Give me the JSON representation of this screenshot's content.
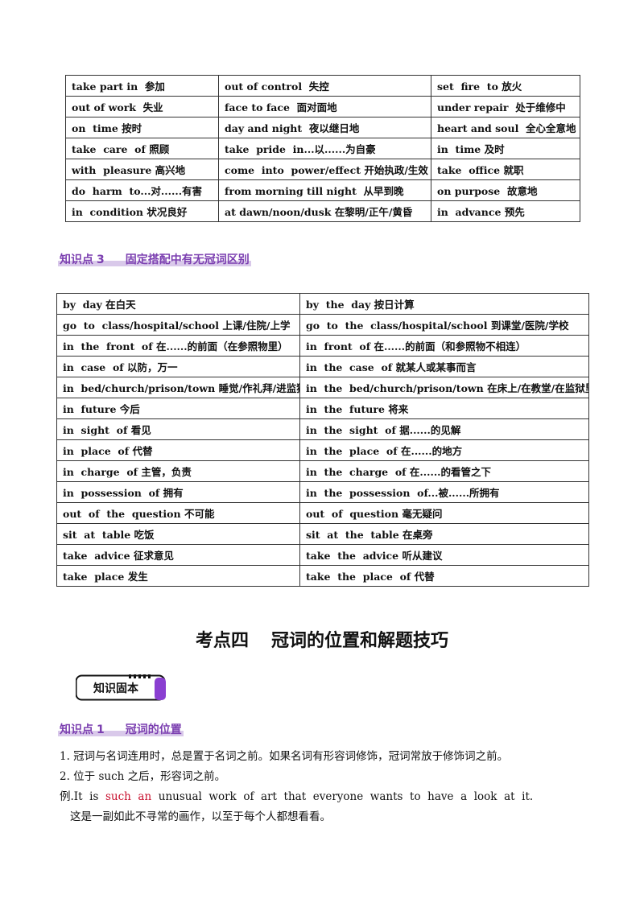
{
  "table1": {
    "rows": [
      [
        "take part in  参加",
        "out of control  失控",
        "set  fire  to 放火"
      ],
      [
        "out of work  失业",
        "face to face  面对面地",
        "under repair  处于维修中"
      ],
      [
        "on  time 按时",
        "day and night  夜以继日地",
        "heart and soul  全心全意地"
      ],
      [
        "take  care  of 照顾",
        "take  pride  in...以......为自豪",
        "in  time 及时"
      ],
      [
        "with  pleasure 高兴地",
        "come  into  power/effect 开始执政/生效",
        "take  office 就职"
      ],
      [
        "do  harm  to...对......有害",
        "from morning till night  从早到晚",
        "on purpose  故意地"
      ],
      [
        "in  condition 状况良好",
        "at dawn/noon/dusk 在黎明/正午/黄昏",
        "in  advance 预先"
      ]
    ]
  },
  "heading3": {
    "label": "知识点",
    "number": "3",
    "title": "固定搭配中有无冠词区别"
  },
  "table2": {
    "rows": [
      [
        "by  day 在白天",
        "by  the  day 按日计算"
      ],
      [
        "go  to  class/hospital/school 上课/住院/上学",
        "go  to  the  class/hospital/school 到课堂/医院/学校"
      ],
      [
        "in  the  front  of 在......的前面（在参照物里）",
        "in  front  of 在......的前面（和参照物不相连）"
      ],
      [
        "in  case  of 以防，万一",
        "in  the  case  of 就某人或某事而言"
      ],
      [
        "in  bed/church/prison/town 睡觉/作礼拜/进监狱",
        "in  the  bed/church/prison/town 在床上/在教堂/在监狱里"
      ],
      [
        "in  future 今后",
        "in  the  future 将来"
      ],
      [
        "in  sight  of 看见",
        "in  the  sight  of 据......的见解"
      ],
      [
        "in  place  of 代替",
        "in  the  place  of 在......的地方"
      ],
      [
        "in  charge  of 主管，负责",
        "in  the  charge  of 在......的看管之下"
      ],
      [
        "in  possession  of 拥有",
        "in  the  possession  of...被......所拥有"
      ],
      [
        "out  of  the  question 不可能",
        "out  of  question 毫无疑问"
      ],
      [
        "sit  at  table 吃饭",
        "sit  at  the  table 在桌旁"
      ],
      [
        "take  advice 征求意见",
        "take  the  advice 听从建议"
      ],
      [
        "take  place 发生",
        "take  the  place  of 代替"
      ]
    ]
  },
  "kaodian": {
    "label": "考点四",
    "title": "冠词的位置和解题技巧"
  },
  "badge": {
    "text": "知识固本"
  },
  "heading1": {
    "label": "知识点",
    "number": "1",
    "title": "冠词的位置"
  },
  "paragraphs": {
    "p1": "1. 冠词与名词连用时，总是置于名词之前。如果名词有形容词修饰，冠词常放于修饰词之前。",
    "p2": "2. 位于 such 之后，形容词之前。",
    "example_prefix": "例.It  is  ",
    "example_highlight": "such  an",
    "example_suffix": "  unusual  work  of  art  that  everyone  wants  to  have  a  look  at  it.",
    "translation": "这是一副如此不寻常的画作，以至于每个人都想看看。"
  },
  "colors": {
    "heading": "#7b3fb0",
    "highlight": "#c8102e",
    "badge_accent": "#8a3fd1"
  }
}
